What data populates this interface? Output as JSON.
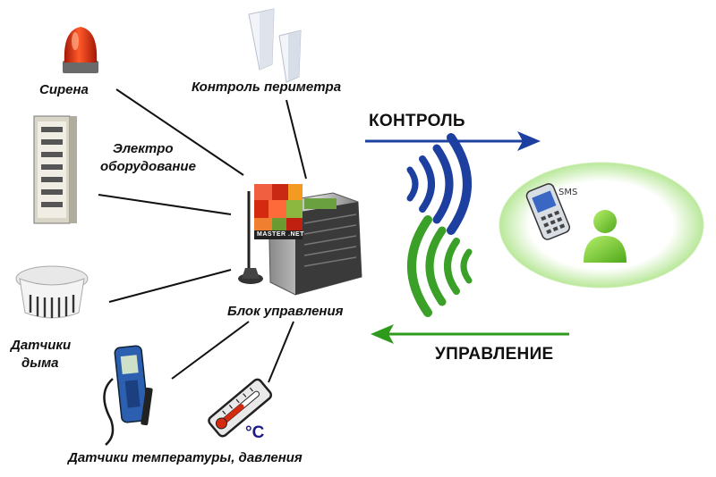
{
  "labels": {
    "siren": "Сирена",
    "perimeter": "Контроль периметра",
    "electro_line1": "Электро",
    "electro_line2": "оборудование",
    "control_unit": "Блок управления",
    "smoke_line1": "Датчики",
    "smoke_line2": "дыма",
    "temperature": "Датчики температуры, давления",
    "control": "КОНТРОЛЬ",
    "management": "УПРАВЛЕНИЕ",
    "sms": "SMS",
    "celsius": "°C",
    "brand": "MASTER    .NET"
  },
  "icons": {
    "siren": "siren-icon",
    "perimeter": "door-sensor-icon",
    "electrical": "electrical-cabinet-icon",
    "smoke": "smoke-detector-icon",
    "hygrometer": "handheld-meter-icon",
    "thermometer": "thermometer-icon",
    "phone": "mobile-phone-icon",
    "user": "user-icon",
    "wave_out": "signal-waves-icon",
    "wave_in": "signal-waves-icon"
  },
  "colors": {
    "control_arrow": "#1c3fa0",
    "management_arrow": "#2e9a1c",
    "wave_blue": "#1c3fa0",
    "wave_green": "#3aa028",
    "siren_red": "#d42a10",
    "user_green": "#7fd13a"
  }
}
